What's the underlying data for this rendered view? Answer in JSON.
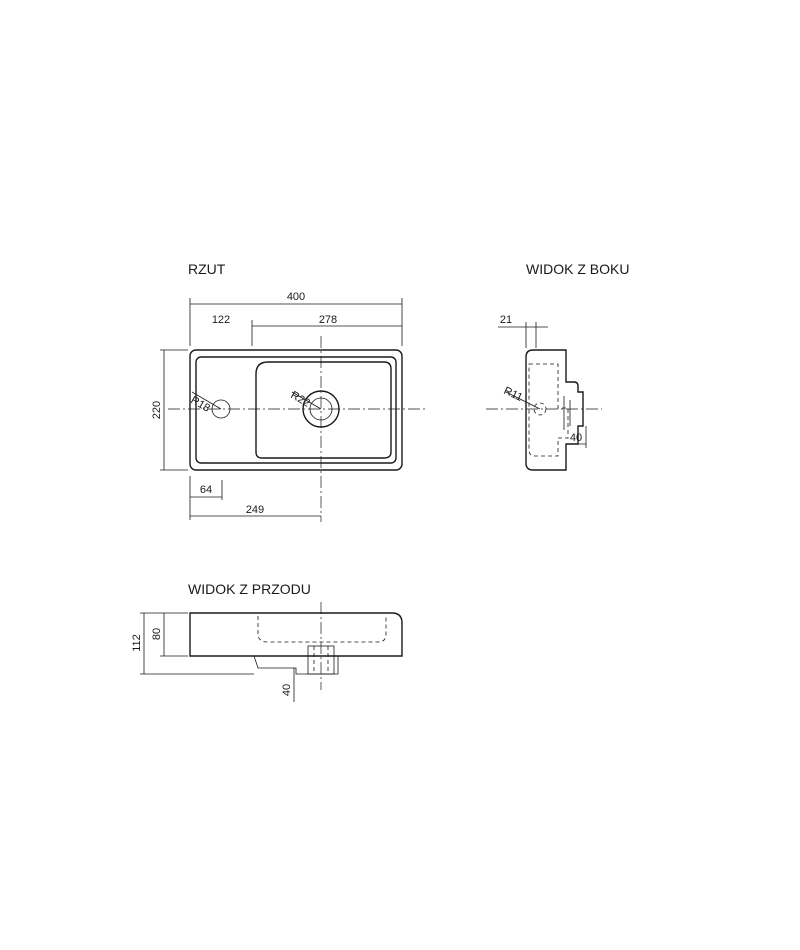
{
  "views": {
    "plan": {
      "title": "RZUT"
    },
    "side": {
      "title": "WIDOK Z BOKU"
    },
    "front": {
      "title": "WIDOK Z PRZODU"
    }
  },
  "dimensions": {
    "overall_width": "400",
    "left_offset": "122",
    "basin_width": "278",
    "depth": "220",
    "hole_radius_small": "R18",
    "hole_radius_large": "R22",
    "hole_offset": "64",
    "drain_offset": "249",
    "rim_thickness": "21",
    "side_radius": "R11",
    "side_drain": "40",
    "total_height": "112",
    "basin_height": "80",
    "front_drain": "40"
  }
}
